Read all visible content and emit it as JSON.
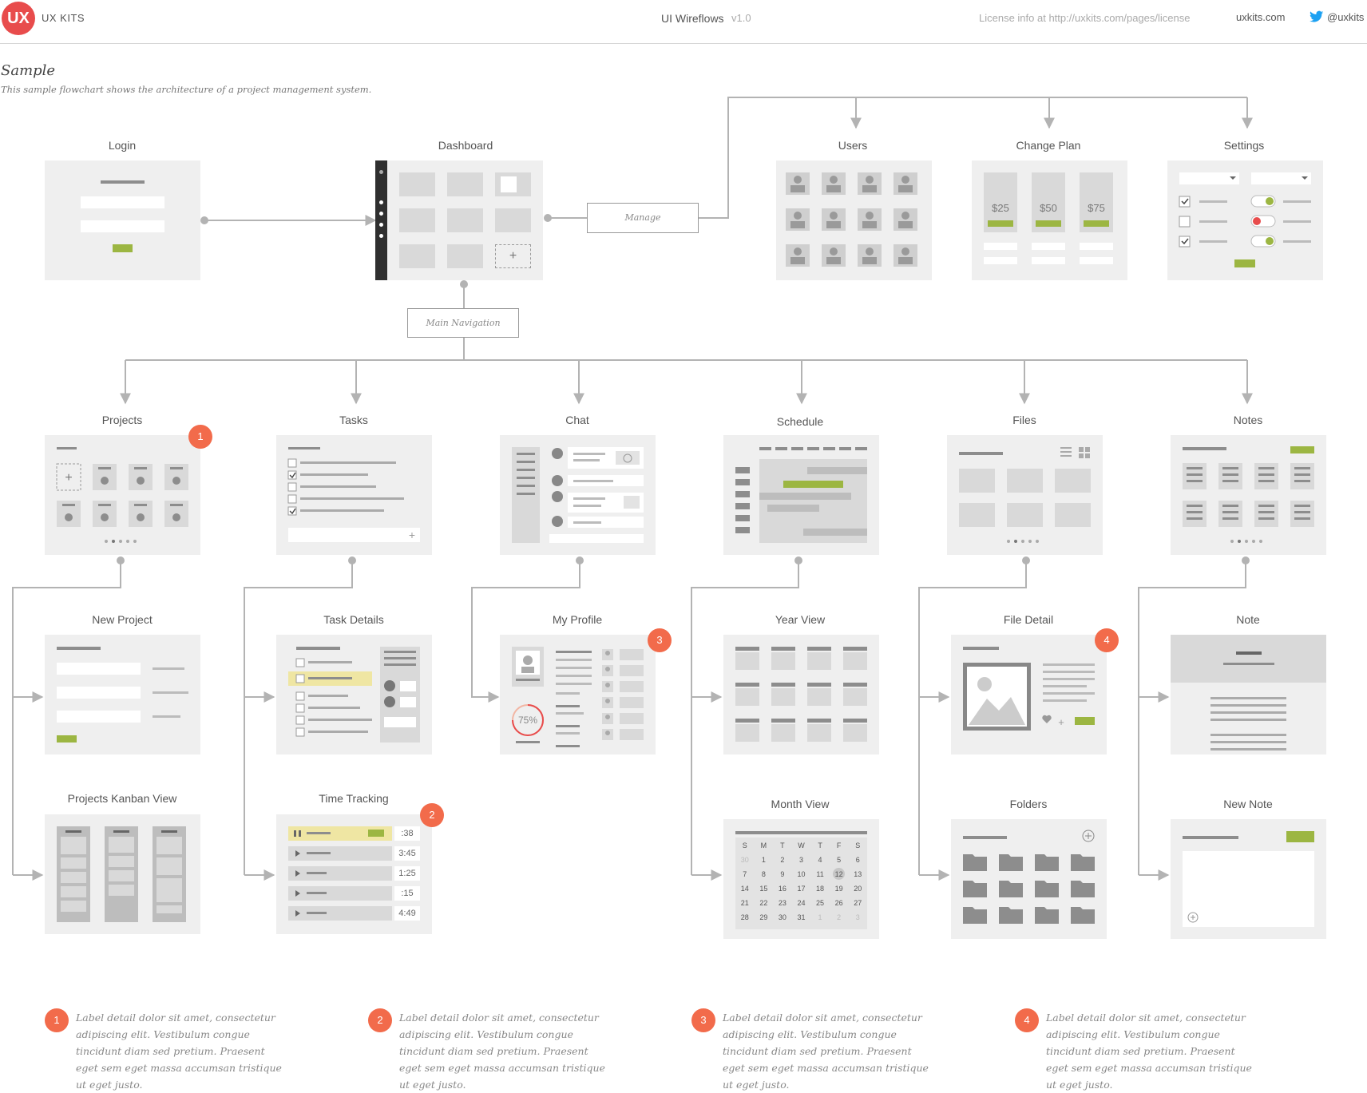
{
  "header": {
    "logo_mark": "UX",
    "brand": "UX KITS",
    "title": "UI Wireflows",
    "version": "v1.0",
    "license": "License info at http://uxkits.com/pages/license",
    "site": "uxkits.com",
    "twitter": "@uxkits",
    "twitter_icon": "twitter-bird-icon",
    "brand_color": "#e84c4c"
  },
  "intro": {
    "title": "Sample",
    "description": "This sample flowchart shows the architecture of a project management system."
  },
  "screens": {
    "login": "Login",
    "dashboard": "Dashboard",
    "users": "Users",
    "change_plan": "Change Plan",
    "settings": "Settings",
    "projects": "Projects",
    "tasks": "Tasks",
    "chat": "Chat",
    "schedule": "Schedule",
    "files": "Files",
    "notes": "Notes",
    "new_project": "New Project",
    "task_details": "Task Details",
    "my_profile": "My Profile",
    "year_view": "Year View",
    "file_detail": "File Detail",
    "note": "Note",
    "projects_kanban": "Projects Kanban View",
    "time_tracking": "Time Tracking",
    "month_view": "Month View",
    "folders": "Folders",
    "new_note": "New Note"
  },
  "connectors": {
    "manage": "Manage",
    "main_navigation": "Main Navigation"
  },
  "plans": [
    "$25",
    "$50",
    "$75"
  ],
  "dashboard_add": "+",
  "profile_progress": "75%",
  "time_tracking_rows": [
    ":38",
    "3:45",
    "1:25",
    ":15",
    "4:49"
  ],
  "calendar": {
    "weekdays": [
      "S",
      "M",
      "T",
      "W",
      "T",
      "F",
      "S"
    ],
    "weeks": [
      [
        "30",
        "1",
        "2",
        "3",
        "4",
        "5",
        "6"
      ],
      [
        "7",
        "8",
        "9",
        "10",
        "11",
        "12",
        "13"
      ],
      [
        "14",
        "15",
        "16",
        "17",
        "18",
        "19",
        "20"
      ],
      [
        "21",
        "22",
        "23",
        "24",
        "25",
        "26",
        "27"
      ],
      [
        "28",
        "29",
        "30",
        "31",
        "1",
        "2",
        "3"
      ]
    ],
    "selected": "12"
  },
  "badges": [
    "1",
    "2",
    "3",
    "4"
  ],
  "footnotes": [
    {
      "num": "1",
      "text": "Label detail dolor sit amet, consectetur adipiscing elit. Vestibulum congue tincidunt diam sed pretium. Praesent eget sem eget massa accumsan tristique ut eget justo."
    },
    {
      "num": "2",
      "text": "Label detail dolor sit amet, consectetur adipiscing elit. Vestibulum congue tincidunt diam sed pretium. Praesent eget sem eget massa accumsan tristique ut eget justo."
    },
    {
      "num": "3",
      "text": "Label detail dolor sit amet, consectetur adipiscing elit. Vestibulum congue tincidunt diam sed pretium. Praesent eget sem eget massa accumsan tristique ut eget justo."
    },
    {
      "num": "4",
      "text": "Label detail dolor sit amet, consectetur adipiscing elit. Vestibulum congue tincidunt diam sed pretium. Praesent eget sem eget massa accumsan tristique ut eget justo."
    }
  ],
  "colors": {
    "accent_green": "#9cb642",
    "badge_orange": "#f26b4b",
    "screen_bg": "#efefef",
    "connector": "#b3b3b3",
    "highlight_yellow": "#efe6a3"
  }
}
